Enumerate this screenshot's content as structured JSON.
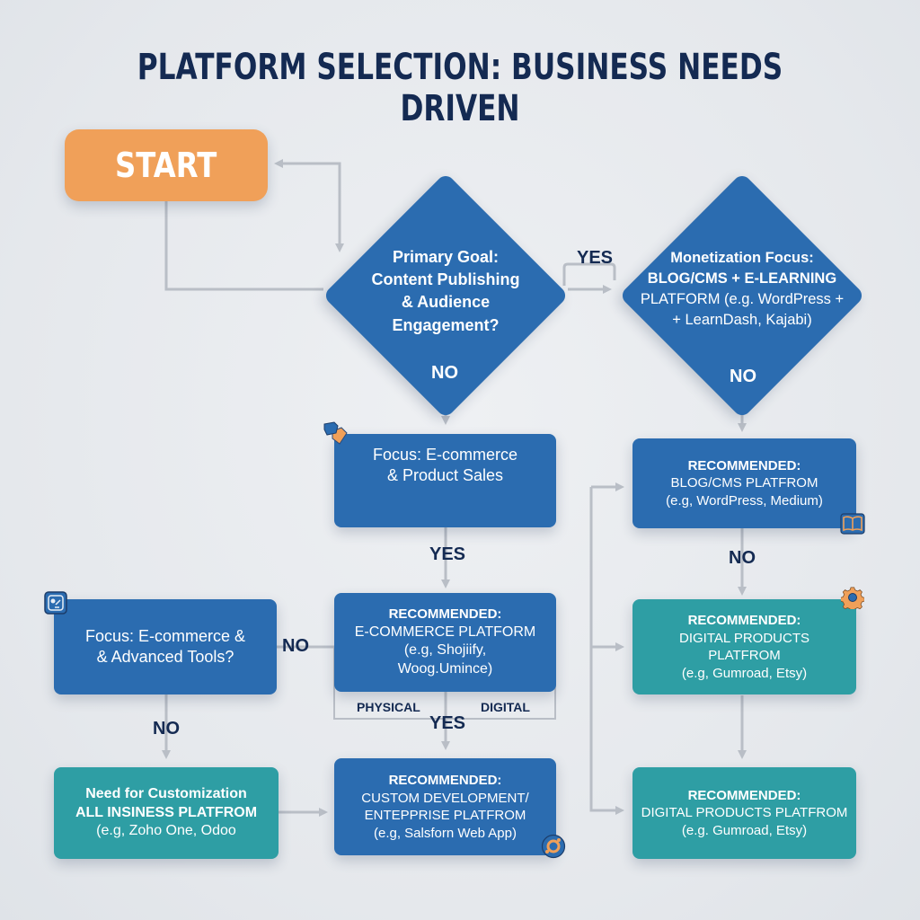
{
  "title": "PLATFORM SELECTION: BUSINESS NEEDS DRIVEN",
  "start": {
    "label": "START"
  },
  "decision_primary": {
    "lines": [
      "Primary Goal:",
      "Content Publishing",
      "& Audience",
      "Engagement?"
    ],
    "no_label": "NO"
  },
  "decision_monetization": {
    "lines": [
      "Monetization Focus:",
      "BLOG/CMS + E-LEARNING",
      "PLATFORM (e.g. WordPress +",
      "+ LearnDash, Kajabi)"
    ],
    "no_label": "NO"
  },
  "edge_labels": {
    "yes_primary_to_monetization": "YES",
    "yes_ecommerce_focus": "YES",
    "no_advanced_tools": "NO",
    "no_advanced_tools_down": "NO",
    "yes_physical_digital": "YES",
    "no_blog_cms": "NO",
    "physical": "PHYSICAL",
    "digital": "DIGITAL"
  },
  "boxes": {
    "focus_ecommerce": {
      "lines": [
        "Focus: E-commerce",
        "& Product Sales"
      ]
    },
    "rec_ecommerce": {
      "title": "RECOMMENDED:",
      "subtitle": "E-COMMERCE PLATFORM",
      "example_lines": [
        "(e.g, Shojiify,",
        "Woog.Umince)"
      ]
    },
    "focus_advanced": {
      "lines": [
        "Focus: E-commerce &",
        "& Advanced Tools?"
      ]
    },
    "need_customization": {
      "title": "Need for Customization",
      "subtitle": "ALL INSINESS PLATFROM",
      "example": "(e.g, Zoho One, Odoo"
    },
    "rec_custom": {
      "title": "RECOMMENDED:",
      "subtitle_lines": [
        "CUSTOM DEVELOPMENT/",
        "ENTEPPRISE PLATFROM"
      ],
      "example": "(e.g, Salsforn Web App)"
    },
    "rec_blog": {
      "title": "RECOMMENDED:",
      "subtitle": "BLOG/CMS PLATFROM",
      "example": "(e.g, WordPress, Medium)"
    },
    "rec_digital_1": {
      "title": "RECOMMENDED:",
      "subtitle_lines": [
        "DIGITAL PRODUCTS",
        "PLATFROM"
      ],
      "example": "(e.g, Gumroad, Etsy)"
    },
    "rec_digital_2": {
      "title": "RECOMMENDED:",
      "subtitle": "DIGITAL PRODUCTS PLATFROM",
      "example": "(e.g. Gumroad, Etsy)"
    }
  },
  "colors": {
    "title": "#142a52",
    "start": "#f0a059",
    "blue_node": "#2b6cb0",
    "teal_node": "#2e9ea4",
    "connector": "#b9bec6",
    "label": "#142a52"
  },
  "icons": {
    "focus_ecommerce": "puzzle-icon",
    "focus_advanced": "tools-icon",
    "rec_blog": "book-icon",
    "rec_digital_1": "gear-icon",
    "rec_custom": "settings-badge-icon"
  }
}
